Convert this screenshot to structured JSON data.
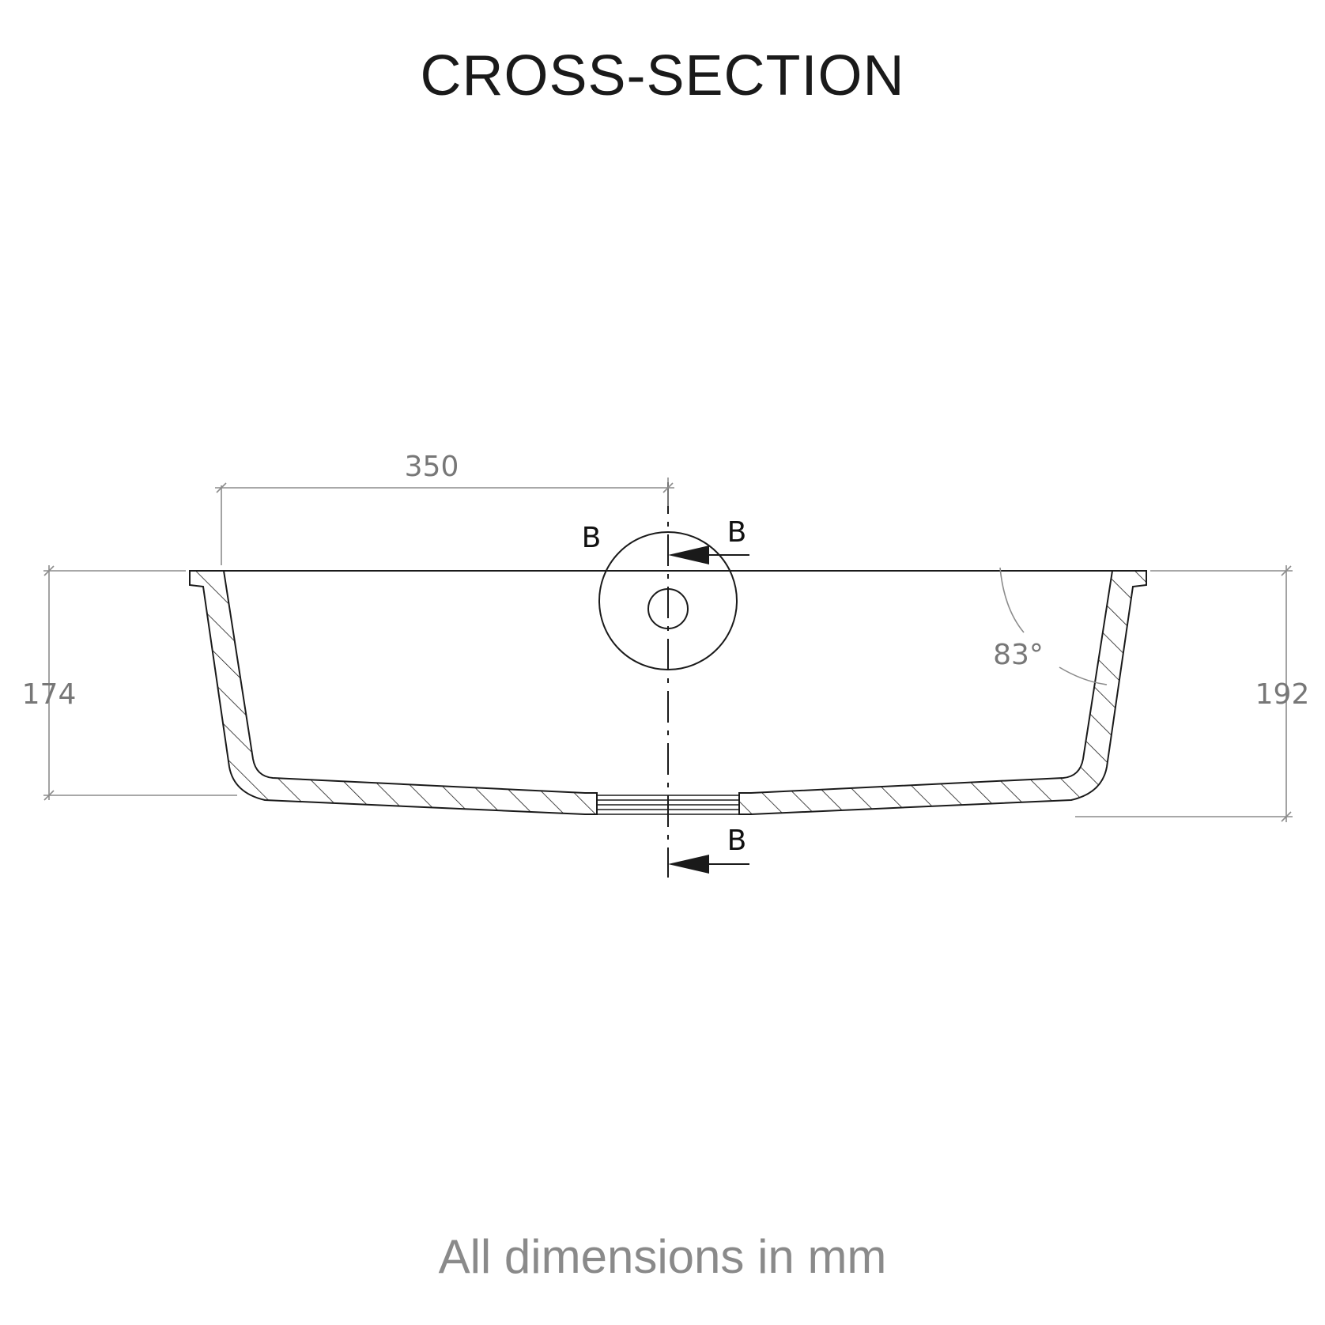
{
  "title": "CROSS-SECTION",
  "footer": "All dimensions in mm",
  "dimensions": {
    "width_half": "350",
    "height_inner": "174",
    "height_outer": "192",
    "wall_angle": "83°"
  },
  "section_marker": "B",
  "colors": {
    "outline": "#1a1a1a",
    "dimension": "#8c8c8c",
    "footer_text": "#8a8a8a"
  }
}
